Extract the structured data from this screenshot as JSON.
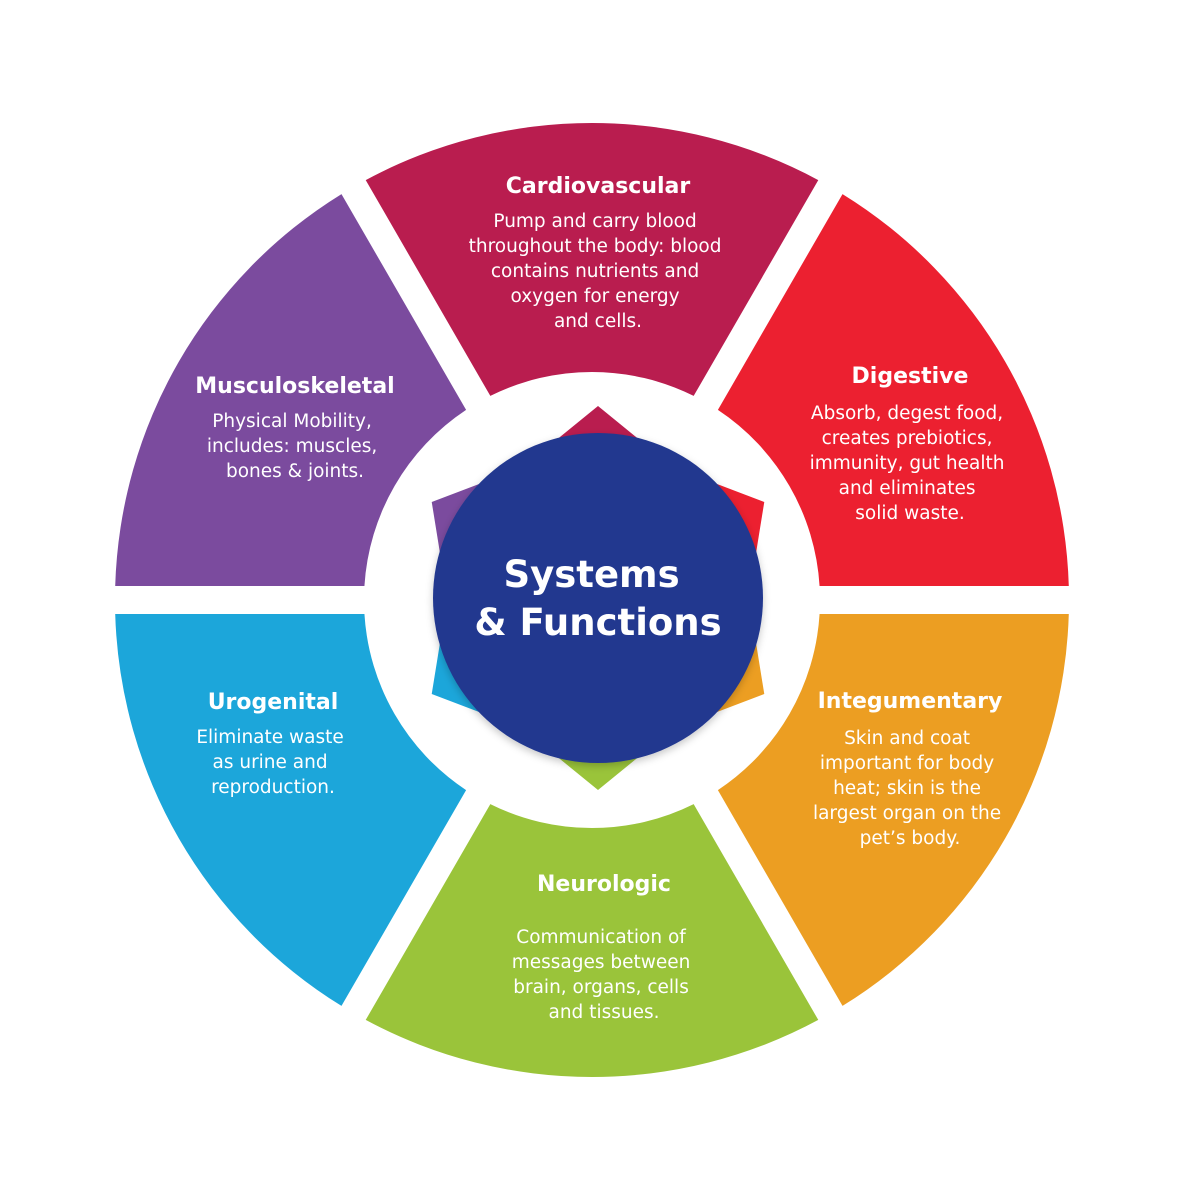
{
  "center": {
    "title_lines": [
      "Systems",
      "& Functions"
    ],
    "color": "#22388f"
  },
  "segments": [
    {
      "id": "cardiovascular",
      "title": "Cardiovascular",
      "description_lines": [
        "Pump and carry blood",
        "throughout the body: blood",
        "contains nutrients and",
        "oxygen for energy",
        "and cells."
      ],
      "color": "#b91d4f"
    },
    {
      "id": "digestive",
      "title": "Digestive",
      "description_lines": [
        "Absorb, degest food,",
        "creates prebiotics,",
        "immunity, gut health",
        "and eliminates",
        "solid waste."
      ],
      "color": "#ec2030"
    },
    {
      "id": "integumentary",
      "title": "Integumentary",
      "description_lines": [
        "Skin and coat",
        "important for body",
        "heat; skin is the",
        "largest organ on the",
        "pet’s body."
      ],
      "color": "#ec9e22"
    },
    {
      "id": "neurologic",
      "title": "Neurologic",
      "description_lines": [
        "Communication of",
        "messages between",
        "brain, organs, cells",
        "and tissues."
      ],
      "color": "#9ac43a"
    },
    {
      "id": "urogenital",
      "title": "Urogenital",
      "description_lines": [
        "Eliminate waste",
        "as urine and",
        "reproduction."
      ],
      "color": "#1ca6da"
    },
    {
      "id": "musculoskeletal",
      "title": "Musculoskeletal",
      "description_lines": [
        "Physical Mobility,",
        "includes: muscles,",
        "bones & joints."
      ],
      "color": "#7b4b9e"
    }
  ]
}
